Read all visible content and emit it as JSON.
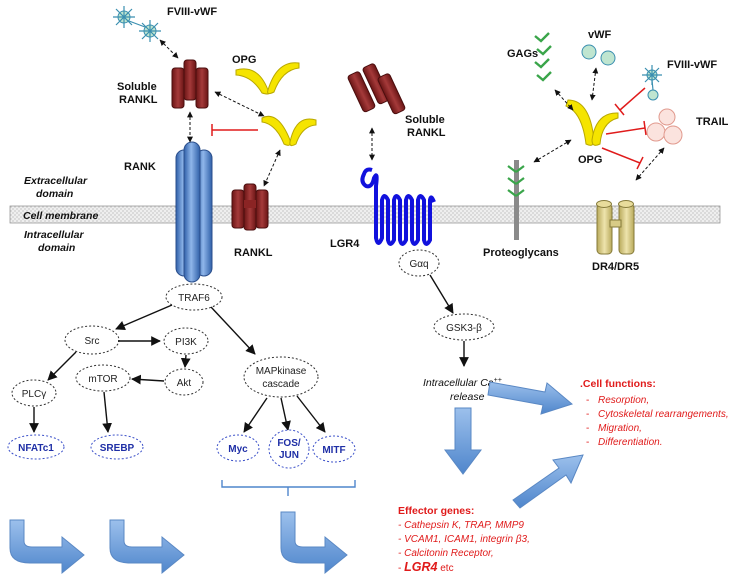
{
  "labels": {
    "fviii_vwf_left": "FVIII-vWF",
    "soluble_rankl_left": [
      "Soluble",
      "RANKL"
    ],
    "opg_top": "OPG",
    "extracellular": [
      "Extracellular",
      "domain"
    ],
    "rank": "RANK",
    "cell_membrane": "Cell membrane",
    "intracellular": [
      "Intracellular",
      "domain"
    ],
    "rankl_membrane": "RANKL",
    "soluble_rankl_mid": [
      "Soluble",
      "RANKL"
    ],
    "lgr4": "LGR4",
    "gags": "GAGs",
    "vwf": "vWF",
    "fviii_vwf_right": "FVIII-vWF",
    "trail": "TRAIL",
    "opg_right": "OPG",
    "proteoglycans": "Proteoglycans",
    "dr4_dr5": "DR4/DR5"
  },
  "nodes": {
    "traf6": "TRAF6",
    "src": "Src",
    "pi3k": "PI3K",
    "plc": "PLCγ",
    "mtor": "mTOR",
    "akt": "Akt",
    "mapk": [
      "MAPkinase",
      "cascade"
    ],
    "gaq": "Gαq",
    "gsk3b": "GSK3-β"
  },
  "transcription_factors": {
    "nfatc1": "NFATc1",
    "srebp": "SREBP",
    "myc": "Myc",
    "fos_jun": [
      "FOS/",
      "JUN"
    ],
    "mitf": "MITF"
  },
  "calcium": {
    "line1_prefix": "Intracellular Ca",
    "superscript": "++",
    "line2": "release"
  },
  "cell_functions": {
    "title": ".Cell functions:",
    "items": [
      "Resorption,",
      "Cytoskeletal rearrangements,",
      "Migration,",
      "Differentiation."
    ],
    "bullet": "-"
  },
  "effector_genes": {
    "title": "Effector genes:",
    "line1": "- Cathepsin K, TRAP, MMP9",
    "line2": "- VCAM1, ICAM1, integrin β3,",
    "line3": "- Calcitonin Receptor,",
    "line4_prefix": "- ",
    "line4_bold": "LGR4",
    "line4_suffix": " etc"
  },
  "colors": {
    "receptor_blue": "#5b8fd1",
    "rankl_red": "#8b2424",
    "opg_yellow": "#f5e400",
    "dr_khaki": "#d8cb86",
    "lgr4_blue": "#1111dd",
    "arrow_blue": "#6d9fd8",
    "text_red": "#e01b1b",
    "tf_text": "#1f2fa6",
    "membrane": "#e9e9e9"
  }
}
